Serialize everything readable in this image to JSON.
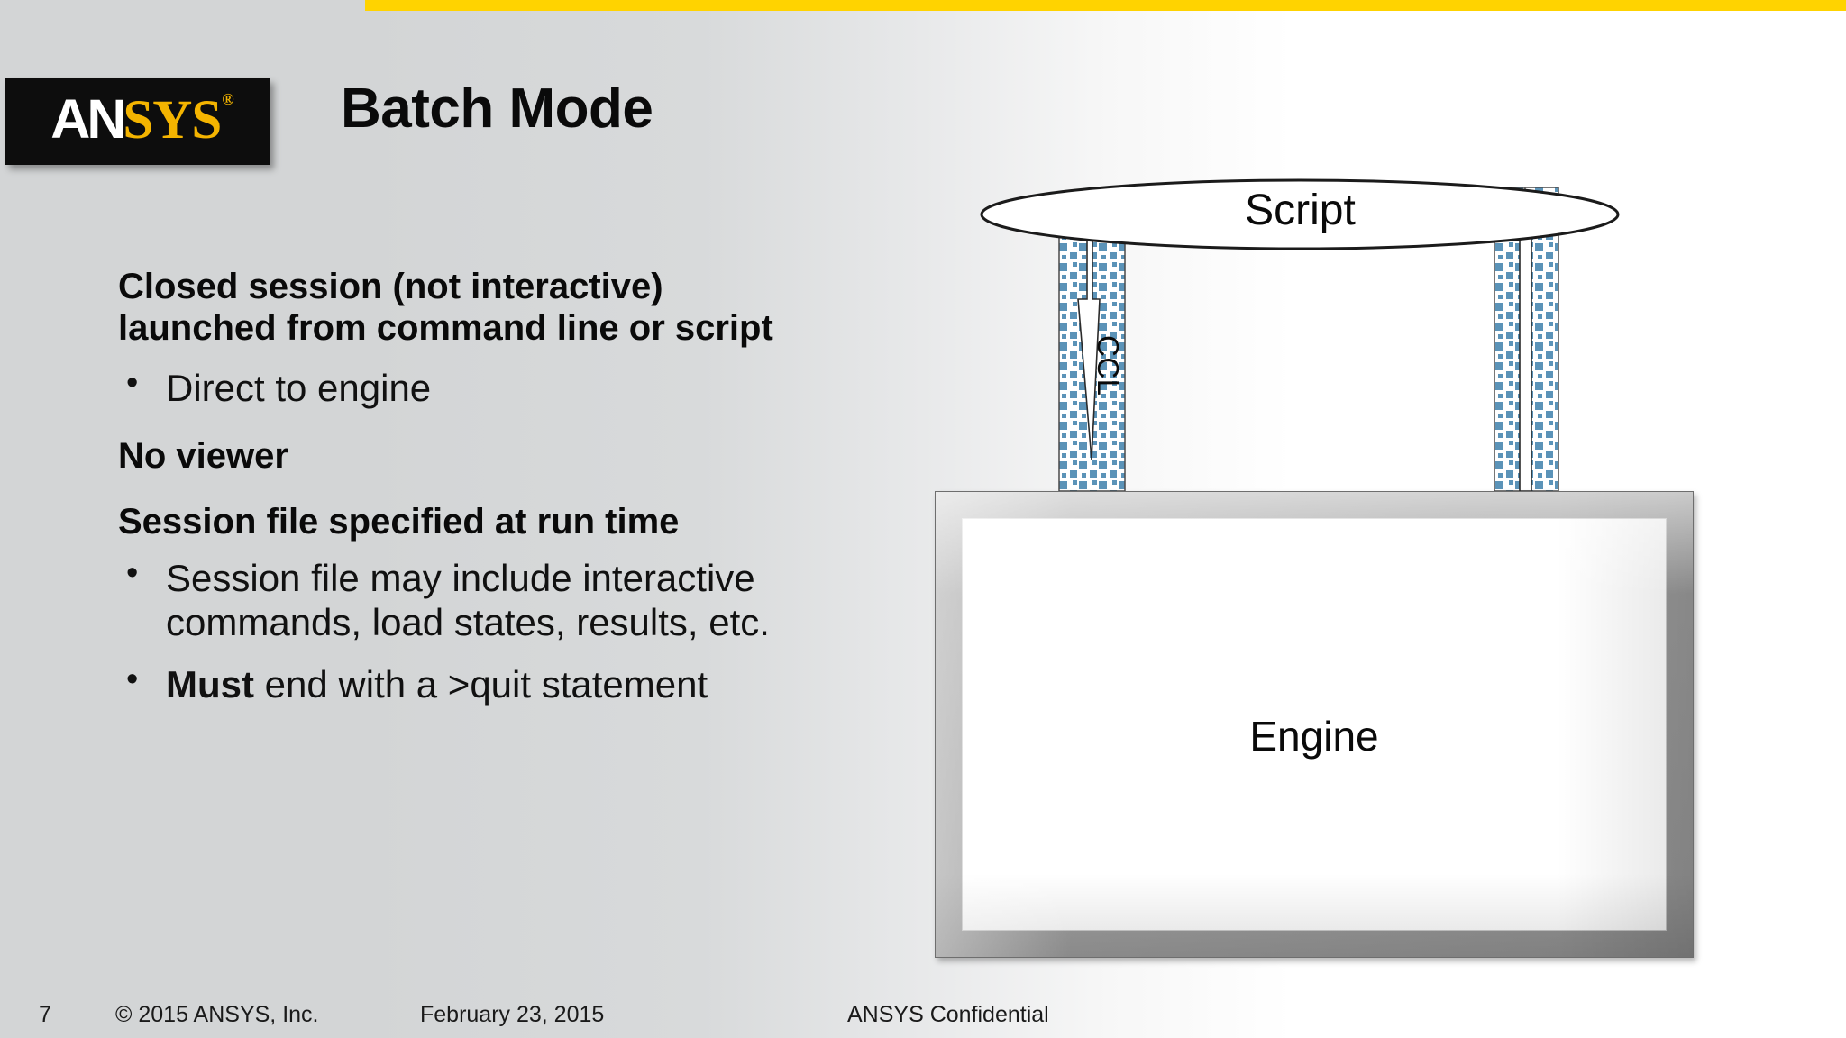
{
  "slide": {
    "title": "Batch Mode",
    "accent_color": "#ffd300",
    "logo": {
      "name": "ANSYS",
      "part_white": "AN",
      "part_gold": "SYS",
      "registered_mark": "®",
      "gold_color": "#f4b400",
      "background_color": "#0d0d0d"
    }
  },
  "body": {
    "lead1_line1": "Closed session (not interactive)",
    "lead1_line2": "launched from command line or script",
    "bullet1": "Direct to engine",
    "lead2": "No viewer",
    "lead3": "Session file specified at run time",
    "bullet2": "Session file may include interactive commands, load states, results, etc.",
    "bullet3_bold": "Must",
    "bullet3_rest": " end with a >quit statement"
  },
  "diagram": {
    "script_label": "Script",
    "ccl_label": "CCL",
    "engine_label": "Engine",
    "arrow_fill_color": "#3f7fac",
    "arrow_down_direction": "down",
    "arrow_up_direction": "up"
  },
  "footer": {
    "page_number": "7",
    "copyright": "© 2015 ANSYS, Inc.",
    "date": "February 23, 2015",
    "confidentiality": "ANSYS Confidential"
  }
}
